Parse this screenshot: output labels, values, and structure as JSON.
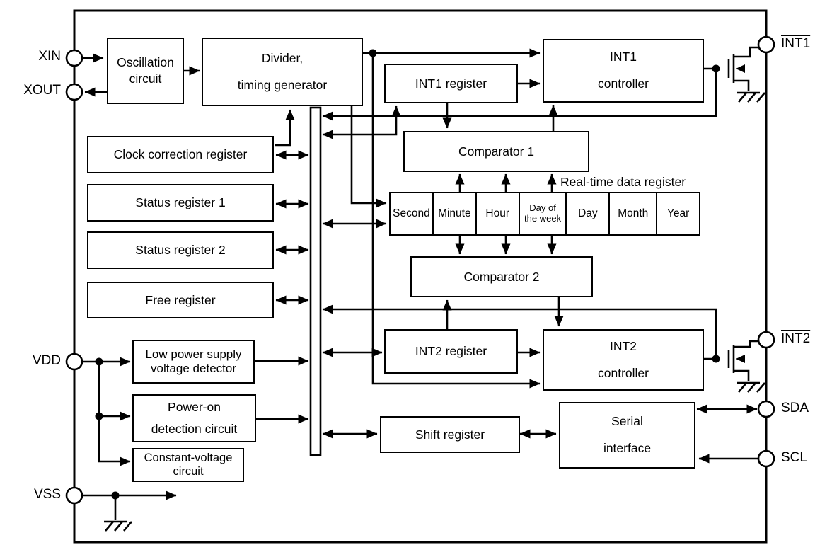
{
  "figure": {
    "kind": "RTC IC block diagram"
  },
  "colors": {
    "line": "#000000",
    "background": "#ffffff"
  },
  "pins": {
    "xin": "XIN",
    "xout": "XOUT",
    "vdd": "VDD",
    "vss": "VSS",
    "int1": "INT1",
    "int2": "INT2",
    "sda": "SDA",
    "scl": "SCL"
  },
  "blocks": {
    "oscillation": {
      "line1": "Oscillation",
      "line2": "circuit"
    },
    "divider": {
      "line1": "Divider,",
      "line2": "timing generator"
    },
    "clock_correction": {
      "label": "Clock correction register"
    },
    "status1": {
      "label": "Status register 1"
    },
    "status2": {
      "label": "Status register 2"
    },
    "free": {
      "label": "Free register"
    },
    "low_power": {
      "line1": "Low power supply",
      "line2": "voltage detector"
    },
    "power_on": {
      "line1": "Power-on",
      "line2": "detection circuit"
    },
    "const_voltage": {
      "line1": "Constant-voltage",
      "line2": "circuit"
    },
    "int1_register": {
      "label": "INT1 register"
    },
    "int1_controller": {
      "line1": "INT1",
      "line2": "controller"
    },
    "comparator1": {
      "label": "Comparator 1"
    },
    "comparator2": {
      "label": "Comparator 2"
    },
    "int2_register": {
      "label": "INT2 register"
    },
    "int2_controller": {
      "line1": "INT2",
      "line2": "controller"
    },
    "shift_register": {
      "label": "Shift register"
    },
    "serial_interface": {
      "line1": "Serial",
      "line2": "interface"
    }
  },
  "rtc": {
    "caption": "Real-time data register",
    "cells": [
      "Second",
      "Minute",
      "Hour",
      "Day of the week",
      "Day",
      "Month",
      "Year"
    ]
  }
}
